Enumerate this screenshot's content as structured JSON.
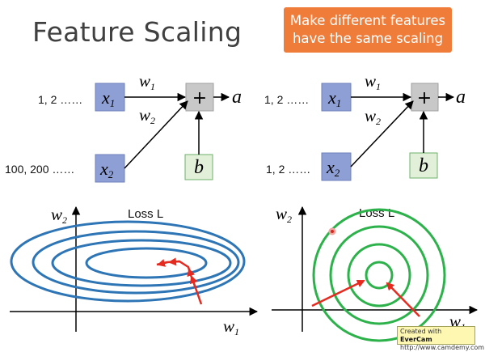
{
  "title": "Feature Scaling",
  "callout": {
    "line1": "Make different features",
    "line2": "have the same scaling",
    "color": "#f07c39"
  },
  "left_network": {
    "input1_values": "1, 2 ……",
    "input2_values": "100, 200 ……",
    "x1": "x",
    "x1_sub": "1",
    "x2": "x",
    "x2_sub": "2",
    "w1": "w",
    "w1_sub": "1",
    "w2": "w",
    "w2_sub": "2",
    "sum": "+",
    "bias": "b",
    "output": "a"
  },
  "right_network": {
    "input1_values": "1, 2 ……",
    "input2_values": "1, 2 ……",
    "x1": "x",
    "x1_sub": "1",
    "x2": "x",
    "x2_sub": "2",
    "w1": "w",
    "w1_sub": "1",
    "w2": "w",
    "w2_sub": "2",
    "sum": "+",
    "bias": "b",
    "output": "a"
  },
  "left_plot": {
    "loss_label": "Loss L",
    "y_axis": "w",
    "y_axis_sub": "2",
    "x_axis": "w",
    "x_axis_sub": "1",
    "contour_color": "#2e75b6"
  },
  "right_plot": {
    "loss_label": "Loss L",
    "y_axis": "w",
    "y_axis_sub": "2",
    "x_axis": "w",
    "x_axis_sub": "1",
    "contour_color": "#2db24b"
  },
  "colors": {
    "input_node": "#8e9fd6",
    "sum_node": "#c8c8c8",
    "bias_node": "#e2f0d9",
    "bias_border": "#6fb26a",
    "arrow": "#e52a20"
  },
  "watermark": {
    "prefix": "Created with",
    "brand": "EverCam",
    "url": "http://www.camdemy.com"
  }
}
